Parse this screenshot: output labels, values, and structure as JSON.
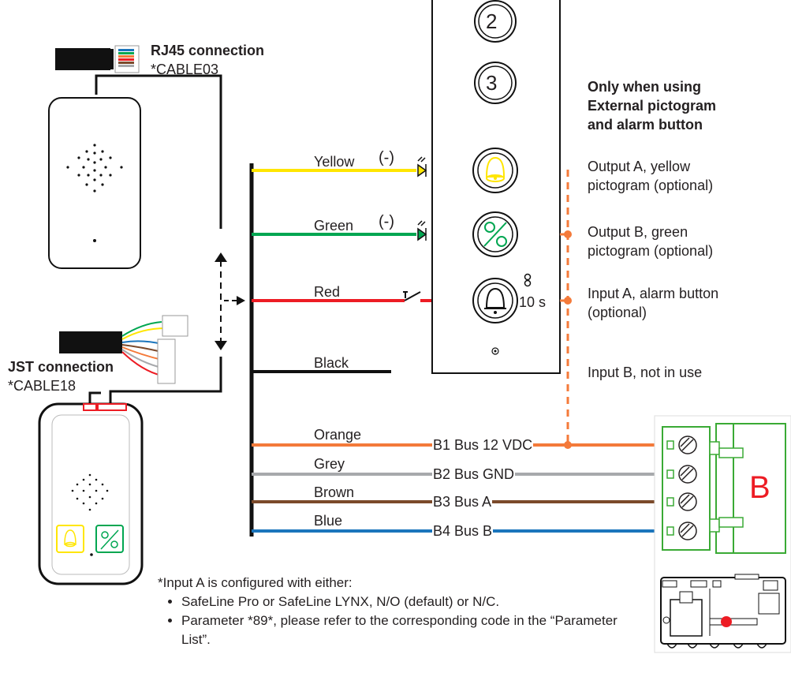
{
  "rj45": {
    "title": "RJ45 connection",
    "cable": "*CABLE03"
  },
  "jst": {
    "title": "JST connection",
    "cable": "*CABLE18"
  },
  "panel": {
    "button2": "2",
    "button3": "3",
    "timer": "10 s"
  },
  "only_when": [
    "Only when using",
    "External pictogram",
    "and alarm button"
  ],
  "outputs": {
    "output_a": [
      "Output A, yellow",
      "pictogram (optional)"
    ],
    "output_b": [
      "Output B, green",
      "pictogram (optional)"
    ],
    "input_a": [
      "Input A, alarm button",
      "(optional)"
    ],
    "input_b": "Input B, not in use"
  },
  "wires": [
    {
      "label": "Yellow",
      "polarity": "(-)",
      "color": "#ffe600"
    },
    {
      "label": "Green",
      "polarity": "(-)",
      "color": "#00a651"
    },
    {
      "label": "Red",
      "color": "#ed1c24"
    },
    {
      "label": "Black",
      "color": "#231f20"
    },
    {
      "label": "Orange",
      "color": "#f47a3a"
    },
    {
      "label": "Grey",
      "color": "#a7a9ac"
    },
    {
      "label": "Brown",
      "color": "#7b4a2b"
    },
    {
      "label": "Blue",
      "color": "#1b75bc"
    }
  ],
  "bus": [
    "B1 Bus 12 VDC",
    "B2 Bus GND",
    "B3 Bus A",
    "B4 Bus B"
  ],
  "terminal": {
    "label": "B",
    "label_color": "#ed1c24",
    "frame_color": "#3aaa35"
  },
  "footnote": {
    "intro": "*Input A is configured with either:",
    "items": [
      "SafeLine Pro or SafeLine LYNX, N/O (default) or N/C.",
      "Parameter *89*, please refer to the corresponding code in the “Parameter List”."
    ]
  }
}
